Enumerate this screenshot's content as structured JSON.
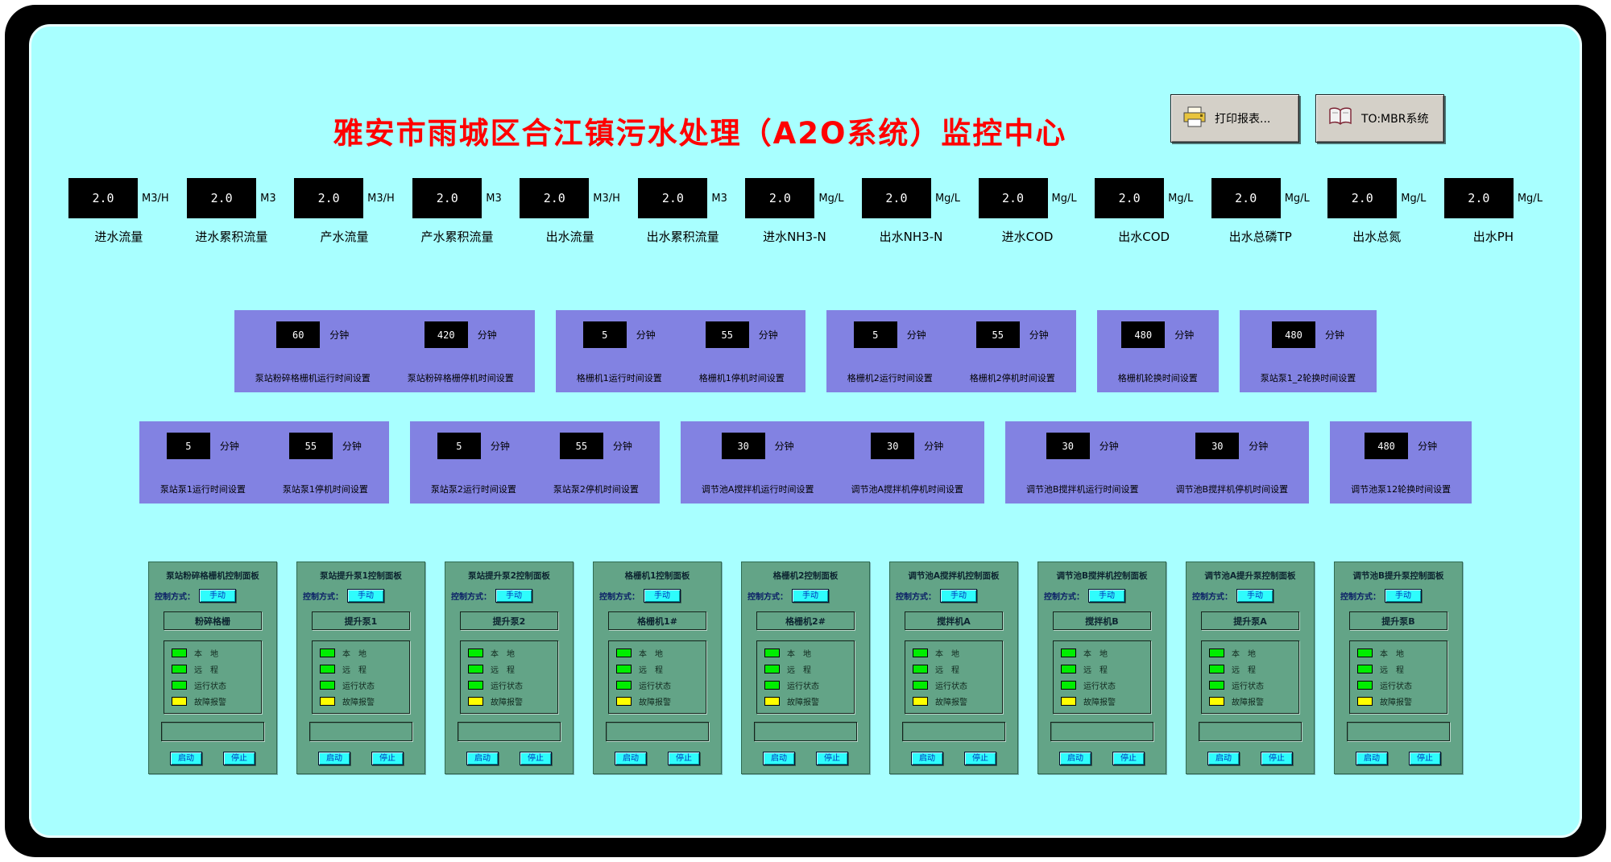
{
  "header": {
    "title": "雅安市雨城区合江镇污水处理（A2O系统）监控中心",
    "print_button_label": "打印报表...",
    "mbr_button_label": "TO:MBR系统"
  },
  "metrics": [
    {
      "value": "2.0",
      "unit": "M3/H",
      "label": "进水流量"
    },
    {
      "value": "2.0",
      "unit": "M3",
      "label": "进水累积流量"
    },
    {
      "value": "2.0",
      "unit": "M3/H",
      "label": "产水流量"
    },
    {
      "value": "2.0",
      "unit": "M3",
      "label": "产水累积流量"
    },
    {
      "value": "2.0",
      "unit": "M3/H",
      "label": "出水流量"
    },
    {
      "value": "2.0",
      "unit": "M3",
      "label": "出水累积流量"
    },
    {
      "value": "2.0",
      "unit": "Mg/L",
      "label": "进水NH3-N"
    },
    {
      "value": "2.0",
      "unit": "Mg/L",
      "label": "出水NH3-N"
    },
    {
      "value": "2.0",
      "unit": "Mg/L",
      "label": "进水COD"
    },
    {
      "value": "2.0",
      "unit": "Mg/L",
      "label": "出水COD"
    },
    {
      "value": "2.0",
      "unit": "Mg/L",
      "label": "出水总磷TP"
    },
    {
      "value": "2.0",
      "unit": "Mg/L",
      "label": "出水总氮"
    },
    {
      "value": "2.0",
      "unit": "Mg/L",
      "label": "出水PH"
    }
  ],
  "timer_rows": [
    [
      {
        "items": [
          {
            "value": "60",
            "unit": "分钟",
            "label": "泵站粉碎格栅机运行时间设置"
          },
          {
            "value": "420",
            "unit": "分钟",
            "label": "泵站粉碎格栅停机时间设置"
          }
        ]
      },
      {
        "items": [
          {
            "value": "5",
            "unit": "分钟",
            "label": "格栅机1运行时间设置"
          },
          {
            "value": "55",
            "unit": "分钟",
            "label": "格栅机1停机时间设置"
          }
        ]
      },
      {
        "items": [
          {
            "value": "5",
            "unit": "分钟",
            "label": "格栅机2运行时间设置"
          },
          {
            "value": "55",
            "unit": "分钟",
            "label": "格栅机2停机时间设置"
          }
        ]
      },
      {
        "items": [
          {
            "value": "480",
            "unit": "分钟",
            "label": "格栅机轮换时间设置"
          }
        ]
      },
      {
        "items": [
          {
            "value": "480",
            "unit": "分钟",
            "label": "泵站泵1_2轮换时间设置"
          }
        ]
      }
    ],
    [
      {
        "items": [
          {
            "value": "5",
            "unit": "分钟",
            "label": "泵站泵1运行时间设置"
          },
          {
            "value": "55",
            "unit": "分钟",
            "label": "泵站泵1停机时间设置"
          }
        ]
      },
      {
        "items": [
          {
            "value": "5",
            "unit": "分钟",
            "label": "泵站泵2运行时间设置"
          },
          {
            "value": "55",
            "unit": "分钟",
            "label": "泵站泵2停机时间设置"
          }
        ]
      },
      {
        "items": [
          {
            "value": "30",
            "unit": "分钟",
            "label": "调节池A搅拌机运行时间设置"
          },
          {
            "value": "30",
            "unit": "分钟",
            "label": "调节池A搅拌机停机时间设置"
          }
        ]
      },
      {
        "items": [
          {
            "value": "30",
            "unit": "分钟",
            "label": "调节池B搅拌机运行时间设置"
          },
          {
            "value": "30",
            "unit": "分钟",
            "label": "调节池B搅拌机停机时间设置"
          }
        ]
      },
      {
        "items": [
          {
            "value": "480",
            "unit": "分钟",
            "label": "调节池泵12轮换时间设置"
          }
        ]
      }
    ]
  ],
  "control_common": {
    "mode_label": "控制方式：",
    "mode_value": "手动",
    "indicators": [
      {
        "label": "本　地",
        "color": "#00ee00"
      },
      {
        "label": "远　程",
        "color": "#00ee00"
      },
      {
        "label": "运行状态",
        "color": "#00ee00"
      },
      {
        "label": "故障报警",
        "color": "#ffff00"
      }
    ],
    "start_label": "启动",
    "stop_label": "停止"
  },
  "control_panels": [
    {
      "title": "泵站粉碎格栅机控制面板",
      "device": "粉碎格栅"
    },
    {
      "title": "泵站提升泵1控制面板",
      "device": "提升泵1"
    },
    {
      "title": "泵站提升泵2控制面板",
      "device": "提升泵2"
    },
    {
      "title": "格栅机1控制面板",
      "device": "格栅机1#"
    },
    {
      "title": "格栅机2控制面板",
      "device": "格栅机2#"
    },
    {
      "title": "调节池A搅拌机控制面板",
      "device": "搅拌机A"
    },
    {
      "title": "调节池B搅拌机控制面板",
      "device": "搅拌机B"
    },
    {
      "title": "调节池A提升泵控制面板",
      "device": "提升泵A"
    },
    {
      "title": "调节池B提升泵控制面板",
      "device": "提升泵B"
    }
  ],
  "colors": {
    "indicator_on": "#00ee00",
    "alarm_yellow": "#ffff00",
    "title_red": "#ff0000",
    "timer_panel": "#8282e2",
    "control_panel": "#63a487",
    "button_cyan": "#2ffcfc"
  }
}
